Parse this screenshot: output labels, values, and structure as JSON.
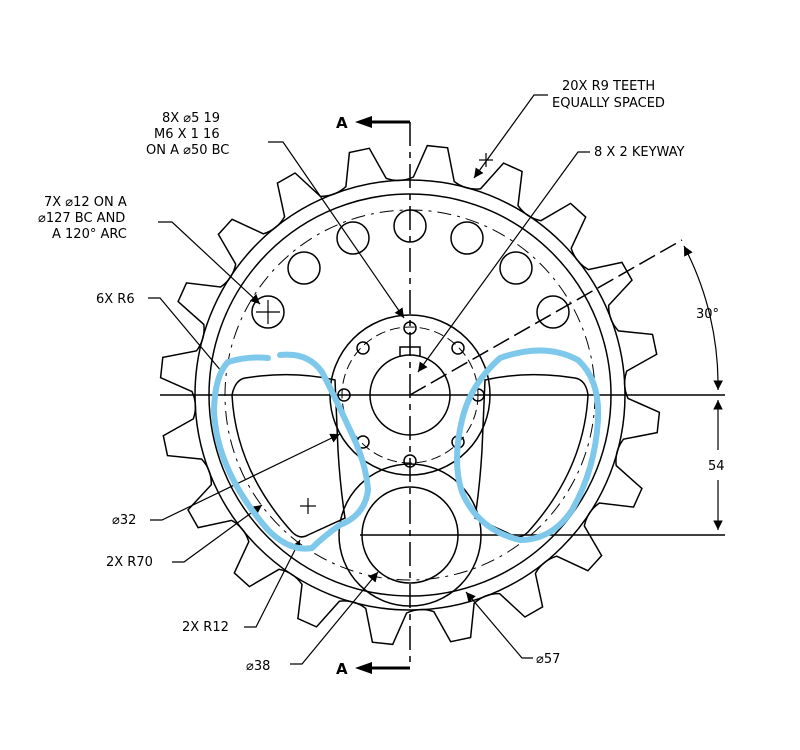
{
  "drawing": {
    "section_label": "A",
    "callouts": {
      "tapped_holes": {
        "line1": "8X ⌀5   19",
        "line2": "M6 X 1   16",
        "line3": "ON A ⌀50 BC"
      },
      "teeth": {
        "line1": "20X R9 TEETH",
        "line2": "EQUALLY SPACED"
      },
      "keyway": "8 X 2 KEYWAY",
      "bolt_holes": {
        "line1": "7X ⌀12 ON A",
        "line2": "⌀127 BC AND",
        "line3": "A 120° ARC"
      },
      "fillet_r6": "6X R6",
      "angle": "30°",
      "offset_dim": "54",
      "bore_dia": "⌀32",
      "arc_r70": "2X R70",
      "arc_r12": "2X R12",
      "hole_dia_38": "⌀38",
      "boss_dia_57": "⌀57"
    },
    "colors": {
      "linework": "#000000",
      "highlight": "#7ec8ec"
    }
  }
}
